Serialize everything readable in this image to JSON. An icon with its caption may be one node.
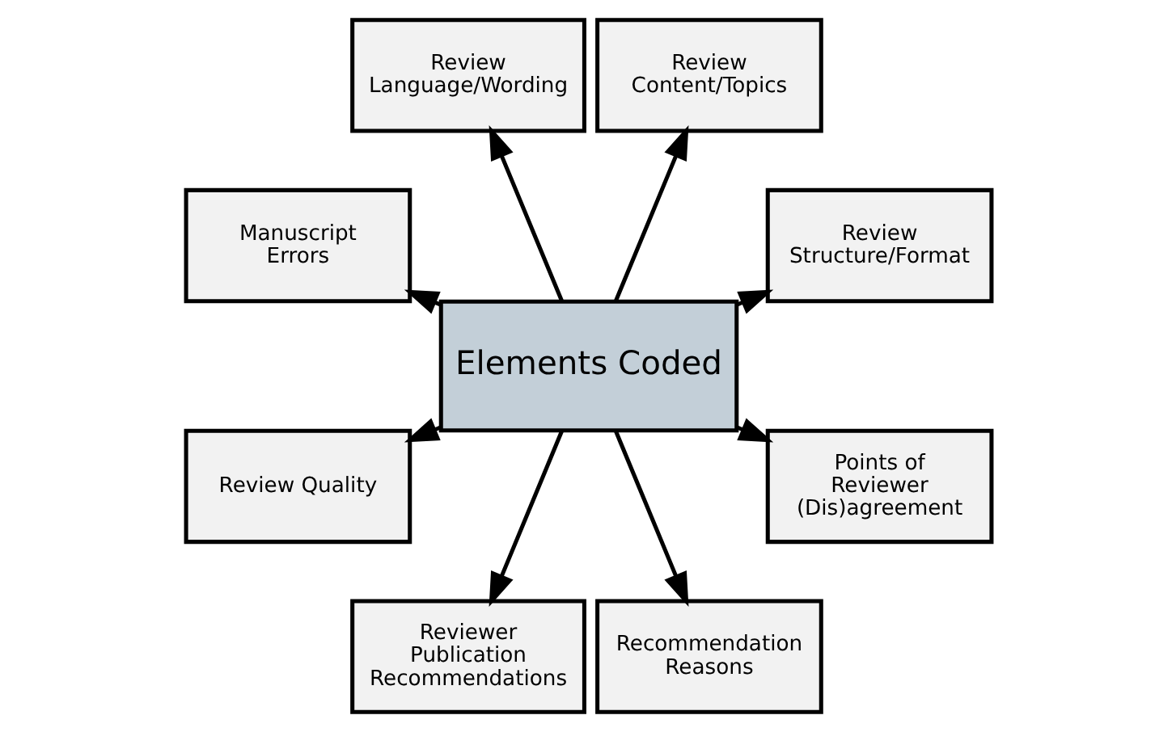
{
  "diagram": {
    "nodes": [
      {
        "text": [
          "Review Structure/Format"
        ]
      },
      {
        "text": [
          "Review Content/Topics"
        ]
      },
      {
        "text": [
          "Review Language/Wording"
        ]
      },
      {
        "text": [
          "Manuscript Errors"
        ]
      },
      {
        "text": [
          "Elements Coded"
        ]
      },
      {
        "text": [
          "Review Quality"
        ]
      },
      {
        "text": [
          "Reviewer Publication Recommendations"
        ]
      },
      {
        "text": [
          "Recommendation Reasons"
        ]
      },
      {
        "text": [
          "Points of Reviewer (Dis)agreement"
        ]
      }
    ],
    "edges": [
      {
        "from": 4,
        "to": 0,
        "arrow": "to"
      },
      {
        "from": 4,
        "to": 1,
        "arrow": "to"
      },
      {
        "from": 4,
        "to": 2,
        "arrow": "to"
      },
      {
        "from": 4,
        "to": 3,
        "arrow": "to"
      },
      {
        "from": 4,
        "to": 5,
        "arrow": "to"
      },
      {
        "from": 4,
        "to": 6,
        "arrow": "to"
      },
      {
        "from": 4,
        "to": 7,
        "arrow": "to"
      },
      {
        "from": 4,
        "to": 8,
        "arrow": "to"
      }
    ]
  }
}
